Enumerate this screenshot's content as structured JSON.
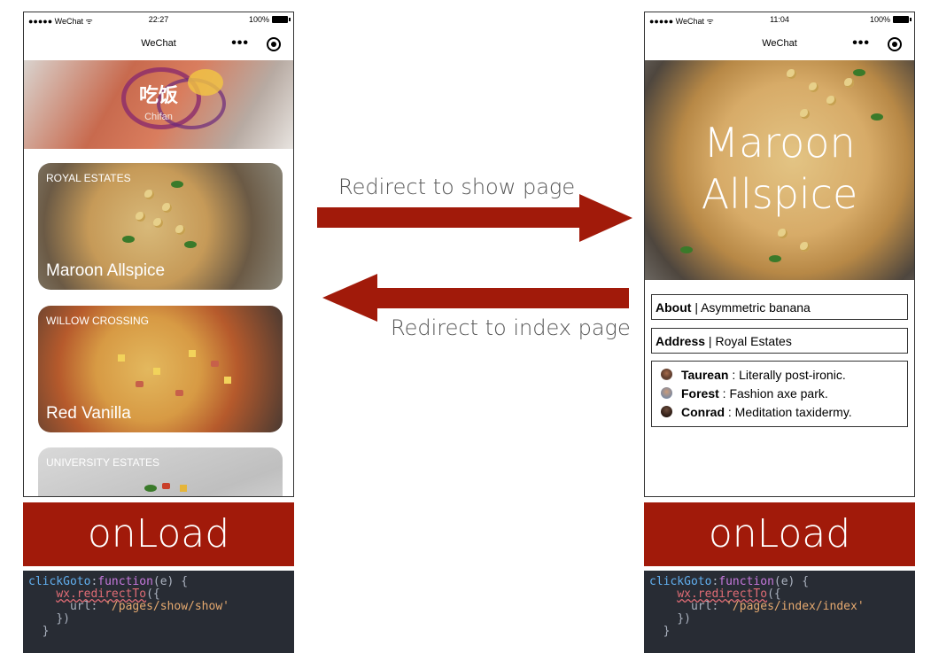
{
  "left_phone": {
    "status": {
      "carrier": "●●●●● WeChat ᯤ",
      "time": "22:27",
      "battery": "100%"
    },
    "nav_title": "WeChat",
    "nav_more": "•••",
    "banner": {
      "title": "吃饭",
      "subtitle": "Chifan"
    },
    "cards": [
      {
        "district": "ROYAL ESTATES",
        "name": "Maroon Allspice"
      },
      {
        "district": "WILLOW CROSSING",
        "name": "Red Vanilla"
      },
      {
        "district": "UNIVERSITY ESTATES",
        "name": ""
      }
    ]
  },
  "right_phone": {
    "status": {
      "carrier": "●●●●● WeChat ᯤ",
      "time": "11:04",
      "battery": "100%"
    },
    "nav_title": "WeChat",
    "nav_more": "•••",
    "hero_title_line1": "Maroon",
    "hero_title_line2": "Allspice",
    "about": {
      "label": "About",
      "value": "Asymmetric banana"
    },
    "address": {
      "label": "Address",
      "value": "Royal Estates"
    },
    "reviews": [
      {
        "name": "Taurean",
        "text": "Literally post-ironic."
      },
      {
        "name": "Forest",
        "text": "Fashion axe park."
      },
      {
        "name": "Conrad",
        "text": "Meditation taxidermy."
      }
    ]
  },
  "arrows": {
    "to_show": "Redirect to show page",
    "to_index": "Redirect to index page"
  },
  "onload_left": "onLoad",
  "onload_right": "onLoad",
  "code_left": {
    "line1_key": "clickGoto",
    "line1_fn": "function",
    "line1_rest": "(e) {",
    "line2_call": "wx.redirectTo",
    "line2_rest": "({",
    "line3_key": "url: ",
    "line3_str": "'/pages/show/show'",
    "line4": "})",
    "line5": "}"
  },
  "code_right": {
    "line1_key": "clickGoto",
    "line1_fn": "function",
    "line1_rest": "(e) {",
    "line2_call": "wx.redirectTo",
    "line2_rest": "({",
    "line3_key": "url: ",
    "line3_str": "'/pages/index/index'",
    "line4": "})",
    "line5": "}"
  },
  "colors": {
    "accent_red": "#a11a0a",
    "code_bg": "#282c34"
  }
}
